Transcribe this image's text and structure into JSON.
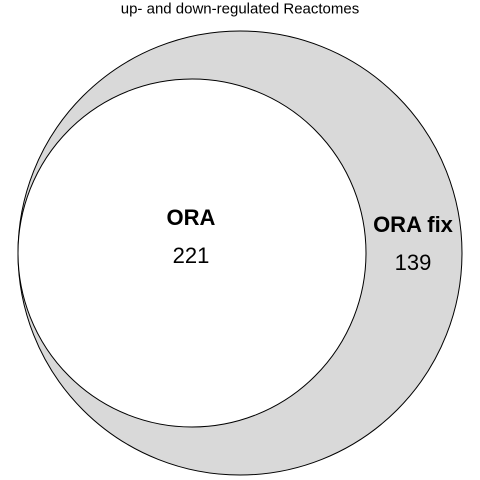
{
  "title": "up- and down-regulated Reactomes",
  "colors": {
    "background": "#ffffff",
    "outer_fill": "#d9d9d9",
    "inner_fill": "#ffffff",
    "stroke": "#000000"
  },
  "sets": {
    "inner": {
      "label": "ORA",
      "count": "221"
    },
    "outer": {
      "label": "ORA fix",
      "count": "139"
    }
  }
}
